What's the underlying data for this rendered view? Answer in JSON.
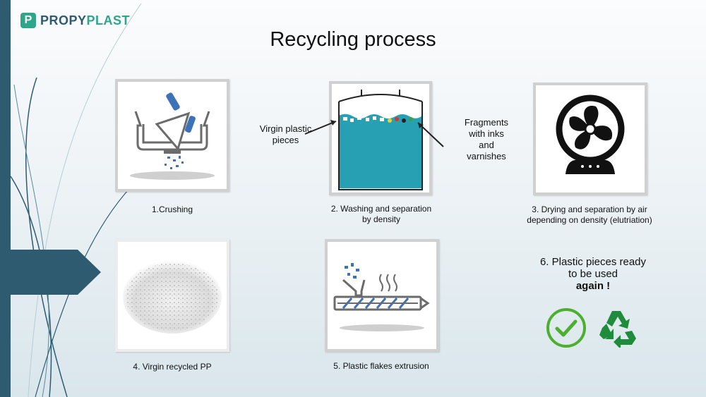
{
  "brand": {
    "mark": "P",
    "name_part1": "PROPY",
    "name_part2": "PLAST"
  },
  "slide": {
    "title": "Recycling process"
  },
  "steps": [
    {
      "caption": "1.Crushing"
    },
    {
      "caption_line1": "2. Washing and separation",
      "caption_line2": "by density"
    },
    {
      "caption_line1": "3. Drying and separation by air",
      "caption_line2": "depending on density (elutriation)"
    },
    {
      "caption": "4. Virgin recycled PP"
    },
    {
      "caption": "5. Plastic flakes extrusion"
    }
  ],
  "annotations": {
    "virgin_line1": "Virgin plastic",
    "virgin_line2": "pieces",
    "fragments_line1": "Fragments",
    "fragments_line2": "with inks",
    "fragments_line3": "and",
    "fragments_line4": "varnishes"
  },
  "final_step": {
    "line1": "6. Plastic pieces ready",
    "line2": "to be used",
    "line3": "again !"
  },
  "icons": [
    "checkmark-icon",
    "recycle-icon",
    "fan-icon",
    "tank-icon",
    "crusher-icon",
    "extruder-icon"
  ],
  "colors": {
    "sidebar": "#2f5b70",
    "brand_green": "#2fa58a",
    "check_green": "#4caf2e",
    "recycle_green": "#1e8c3a",
    "water": "#27a0b3"
  }
}
